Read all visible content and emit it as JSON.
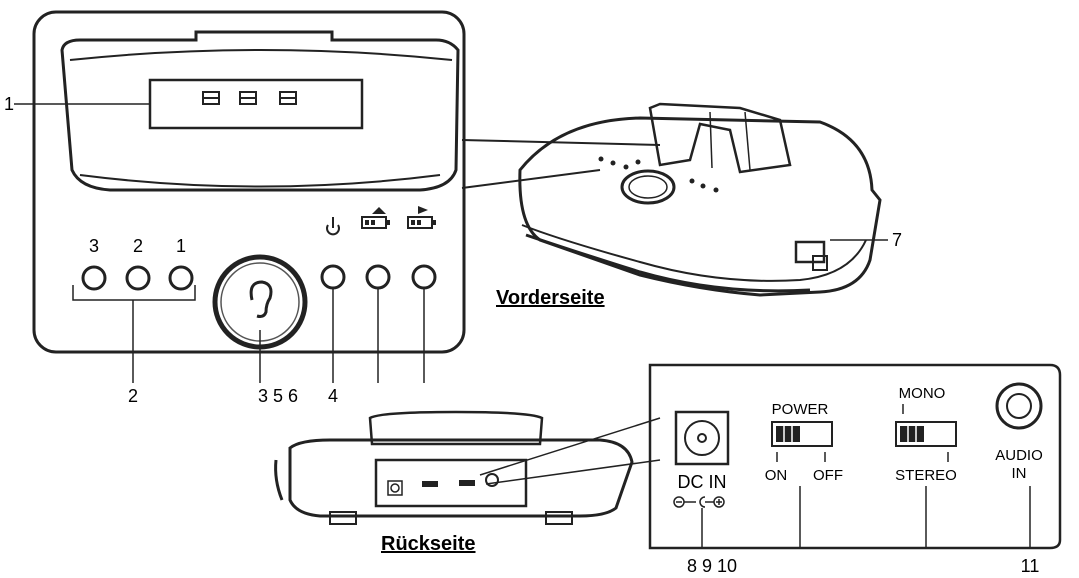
{
  "headings": {
    "front": "Vorderseite",
    "back": "Rückseite"
  },
  "callouts": {
    "c1": "1",
    "c2": "2",
    "c356": "3 5 6",
    "c4": "4",
    "c7": "7",
    "c8910": "8 9 10",
    "c11": "11"
  },
  "presets": [
    "3",
    "2",
    "1"
  ],
  "switches": {
    "power_title": "POWER",
    "power_on": "ON",
    "power_off": "OFF",
    "mono": "MONO",
    "stereo": "STEREO"
  },
  "ports": {
    "dc_in": "DC IN",
    "audio_line1": "AUDIO",
    "audio_line2": "IN"
  }
}
